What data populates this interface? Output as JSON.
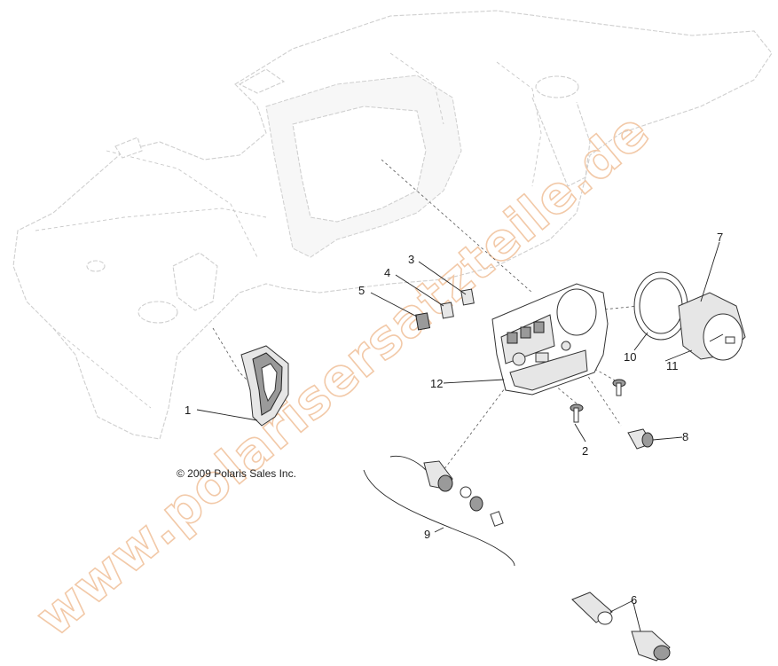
{
  "watermark": "www.polarisersatzteile.de",
  "copyright": "© 2009 Polaris Sales Inc.",
  "callouts": [
    "1",
    "2",
    "3",
    "4",
    "5",
    "6",
    "7",
    "8",
    "9",
    "10",
    "11",
    "12"
  ],
  "colors": {
    "watermark": "#f2c9a8",
    "line": "#222222",
    "ghost": "#cfcfcf"
  }
}
